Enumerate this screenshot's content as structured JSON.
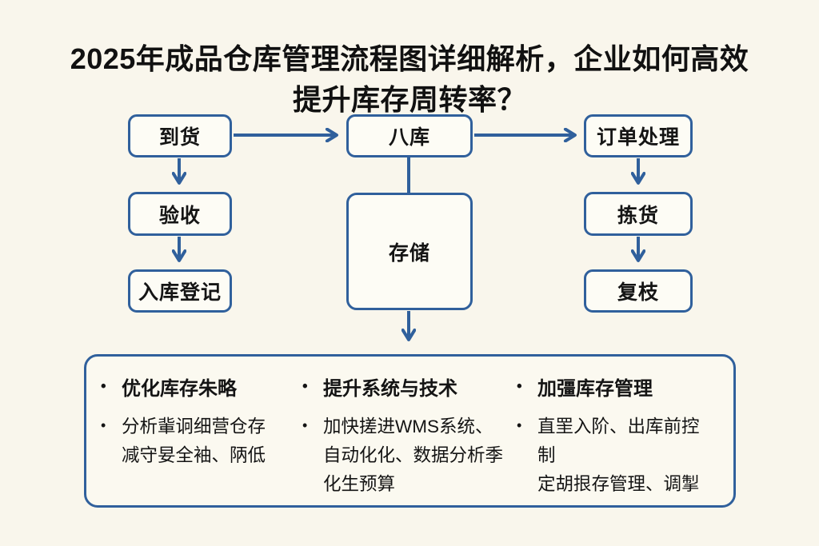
{
  "page": {
    "background": "#f9f6ec",
    "accent_blue": "#30609c",
    "box_fill": "#fdfcf5",
    "text_color": "#141414"
  },
  "title": "2025年成品仓库管理流程图详细解析，企业如何高效提升库存周转率？",
  "flowchart": {
    "nodes": [
      {
        "id": "arrival",
        "label": "到货"
      },
      {
        "id": "inbound",
        "label": "八库"
      },
      {
        "id": "order-processing",
        "label": "订单处理"
      },
      {
        "id": "inspection",
        "label": "验收"
      },
      {
        "id": "storage",
        "label": "存储"
      },
      {
        "id": "picking",
        "label": "拣货"
      },
      {
        "id": "register",
        "label": "入库登记"
      },
      {
        "id": "recheck",
        "label": "复枝"
      }
    ]
  },
  "summary": {
    "bullet_glyph": "•",
    "columns": [
      {
        "heading": "优化库存朱略",
        "items": [
          "分析軰诇细营仓存\n减守妟全袖、陃低"
        ]
      },
      {
        "heading": "提升系统与技术",
        "items": [
          "加快搓进WMS系统、\n自动化化、数据分析季\n化生预算"
        ]
      },
      {
        "heading": "加彊库存管理",
        "items": [
          "直罜入阶、出库前控制\n定胡拫存管理、调掣"
        ]
      }
    ]
  }
}
